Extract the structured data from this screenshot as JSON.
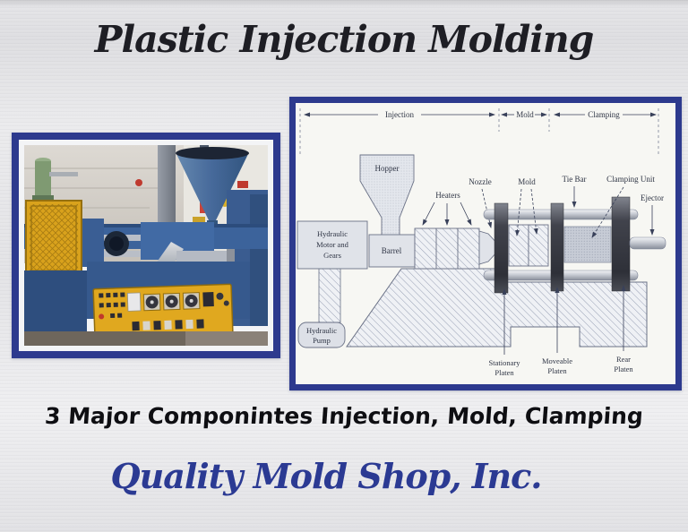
{
  "slide": {
    "title": "Plastic Injection Molding",
    "caption": "3 Major Componintes Injection, Mold, Clamping",
    "footer": "Quality Mold Shop, Inc."
  },
  "diagram": {
    "sections": {
      "injection": "Injection",
      "mold": "Mold",
      "clamping": "Clamping"
    },
    "parts": {
      "hopper": "Hopper",
      "heaters": "Heaters",
      "nozzle": "Nozzle",
      "mold": "Mold",
      "tie_bar": "Tie Bar",
      "clamping_unit": "Clamping Unit",
      "ejector": "Ejector",
      "barrel": "Barrel",
      "hydraulic_motor": [
        "Hydraulic",
        "Motor and",
        "Gears"
      ],
      "hydraulic_pump": [
        "Hydraulic",
        "Pump"
      ],
      "stationary_platen": [
        "Stationary",
        "Platen"
      ],
      "moveable_platen": [
        "Moveable",
        "Platen"
      ],
      "rear_platen": [
        "Rear",
        "Platen"
      ]
    }
  },
  "colors": {
    "frame_blue": "#2d3a8e",
    "footer_blue": "#2b3a93",
    "title_ink": "#1e1e24",
    "caption_ink": "#0e0e12",
    "machine_blue": "#3c639b",
    "panel_yellow": "#e0a81f"
  }
}
